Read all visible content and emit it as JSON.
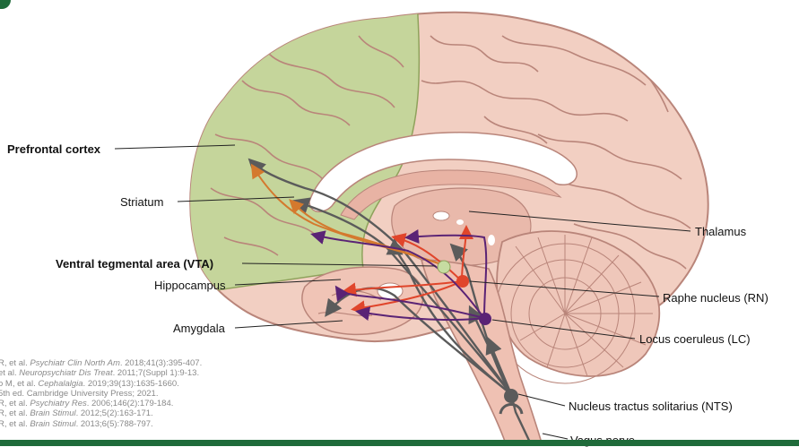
{
  "labels": {
    "prefrontal_cortex": "Prefrontal cortex",
    "striatum": "Striatum",
    "vta": "Ventral tegmental area (VTA)",
    "hippocampus": "Hippocampus",
    "amygdala": "Amygdala",
    "thalamus": "Thalamus",
    "raphe_nucleus": "Raphe nucleus (RN)",
    "locus_coeruleus": "Locus coeruleus (LC)",
    "nts": "Nucleus tractus solitarius (NTS)",
    "vagus_nerve": "Vagus nerve"
  },
  "references": [
    {
      "authors": "R, et al. ",
      "journal": "Psychiatr Clin North Am",
      "rest": ". 2018;41(3):395-407."
    },
    {
      "authors": "et al. ",
      "journal": "Neuropsychiatr Dis Treat",
      "rest": ". 2011;7(Suppl 1):9-13."
    },
    {
      "authors": "o M, et al. ",
      "journal": "Cephalalgia",
      "rest": ". 2019;39(13):1635-1660."
    },
    {
      "authors": "5th ed. Cambridge University Press; 2021.",
      "journal": "",
      "rest": ""
    },
    {
      "authors": "R, et al. ",
      "journal": "Psychiatry Res",
      "rest": ". 2006;146(2):179-184."
    },
    {
      "authors": "R, et al. ",
      "journal": "Brain Stimul",
      "rest": ". 2012;5(2):163-171."
    },
    {
      "authors": "R, et al. ",
      "journal": "Brain Stimul",
      "rest": ". 2013;6(5):788-797."
    }
  ],
  "colors": {
    "prefrontal": "#c5d59b",
    "cortex": "#f2cfc2",
    "cortex_line": "#b9857a",
    "dopamine_pathway": "#d4792e",
    "serotonin_pathway": "#e0452b",
    "noradrenaline_pathway": "#5a2375",
    "vagal_pathway": "#5b5b5b",
    "vta_nucleus": "#c6dca1",
    "brand_band": "#1f6b3a"
  }
}
